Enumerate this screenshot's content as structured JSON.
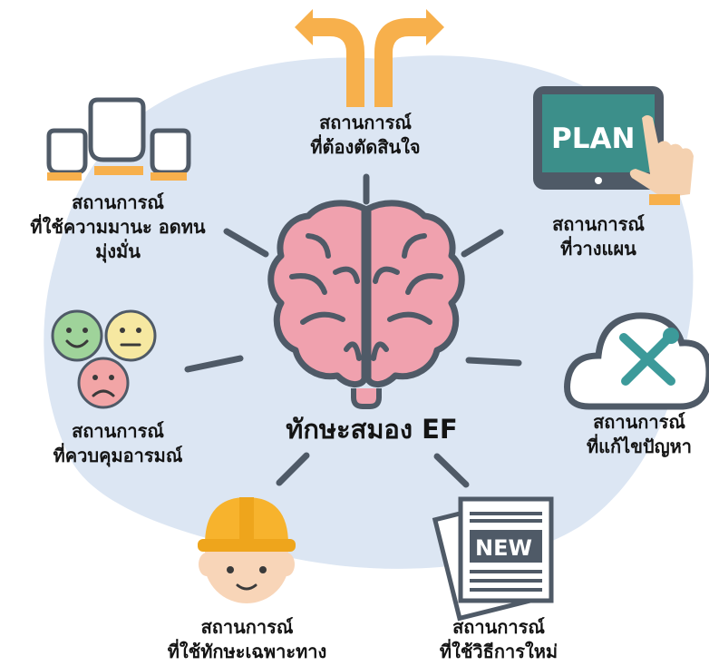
{
  "center": {
    "title": "ทักษะสมอง EF"
  },
  "nodes": [
    {
      "id": "decide",
      "line1": "สถานการณ์",
      "line2": "ที่ต้องตัดสินใจ",
      "icon": "forked-arrows-icon"
    },
    {
      "id": "plan",
      "line1": "สถานการณ์",
      "line2": "ที่วางแผน",
      "icon": "plan-tablet-icon",
      "icon_text": "PLAN"
    },
    {
      "id": "problem",
      "line1": "สถานการณ์",
      "line2": "ที่แก้ไขปัญหา",
      "icon": "cloud-tools-icon"
    },
    {
      "id": "new",
      "line1": "สถานการณ์",
      "line2": "ที่ใช้วิธีการใหม่",
      "icon": "newspaper-icon",
      "icon_text": "NEW"
    },
    {
      "id": "special",
      "line1": "สถานการณ์",
      "line2": "ที่ใช้ทักษะเฉพาะทาง",
      "icon": "worker-helmet-icon"
    },
    {
      "id": "emotion",
      "line1": "สถานการณ์",
      "line2": "ที่ควบคุมอารมณ์",
      "icon": "emotion-faces-icon"
    },
    {
      "id": "persist",
      "line1": "สถานการณ์",
      "line2": "ที่ใช้ความมานะ อดทน",
      "line3": "มุ่งมั่น",
      "icon": "raised-fists-icon"
    }
  ],
  "colors": {
    "blob": "#dce6f3",
    "brain": "#f0a1ae",
    "brain_line": "#4f5a67",
    "spoke": "#4f5a67",
    "arrow": "#f7b04c"
  }
}
